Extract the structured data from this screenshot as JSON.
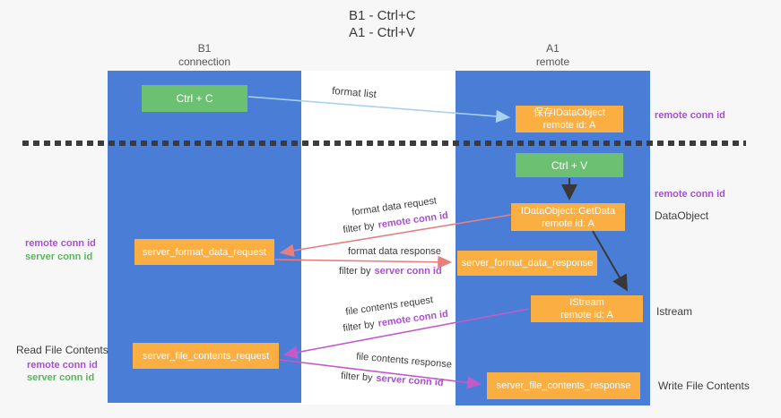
{
  "colors": {
    "lane_blue": "#4a7ed6",
    "box_green": "#6cc071",
    "box_orange": "#fbae42",
    "arrow_light_blue": "#a9d2ef",
    "arrow_red": "#e87f7f",
    "arrow_magenta": "#c45ac8",
    "arrow_black": "#383838",
    "text_purple": "#a84fd2",
    "text_green": "#58b65c"
  },
  "title": {
    "line1": "B1 - Ctrl+C",
    "line2": "A1 - Ctrl+V"
  },
  "lanes": {
    "left": {
      "name": "B1",
      "role": "connection"
    },
    "right": {
      "name": "A1",
      "role": "remote"
    }
  },
  "boxes": {
    "ctrl_c": {
      "label": "Ctrl + C"
    },
    "save_dataobject": {
      "line1": "保存IDataObject",
      "line2": "remote id: A"
    },
    "ctrl_v": {
      "label": "Ctrl + V"
    },
    "getdata": {
      "line1": "IDataObject::GetData",
      "line2": "remote id: A"
    },
    "format_request": {
      "label": "server_format_data_request"
    },
    "format_response": {
      "label": "server_format_data_response"
    },
    "istream": {
      "line1": "IStream",
      "line2": "remote id: A"
    },
    "file_request": {
      "label": "server_file_contents_request"
    },
    "file_response": {
      "label": "server_file_contents_response"
    }
  },
  "arrow_labels": {
    "format_list": "format list",
    "format_data_request": "format data request",
    "filter_remote_1": {
      "prefix": "filter by",
      "highlight": "remote conn id"
    },
    "format_data_response": "format data response",
    "filter_server_1": {
      "prefix": "filter by",
      "highlight": "server conn id"
    },
    "file_contents_request": "file contents request",
    "filter_remote_2": {
      "prefix": "filter by",
      "highlight": "remote conn id"
    },
    "file_contents_response": "file contents response",
    "filter_server_2": {
      "prefix": "filter by",
      "highlight": "server conn id"
    }
  },
  "annotations": {
    "right_remote_conn_top": "remote conn id",
    "right_remote_conn_mid": "remote conn id",
    "dataobject": "DataObject",
    "istream": "Istream",
    "write_file_contents": "Write File Contents",
    "left_remote_conn_1": "remote conn id",
    "left_server_conn_1": "server conn id",
    "read_file_contents": "Read File Contents",
    "left_remote_conn_2": "remote conn id",
    "left_server_conn_2": "server conn id"
  }
}
